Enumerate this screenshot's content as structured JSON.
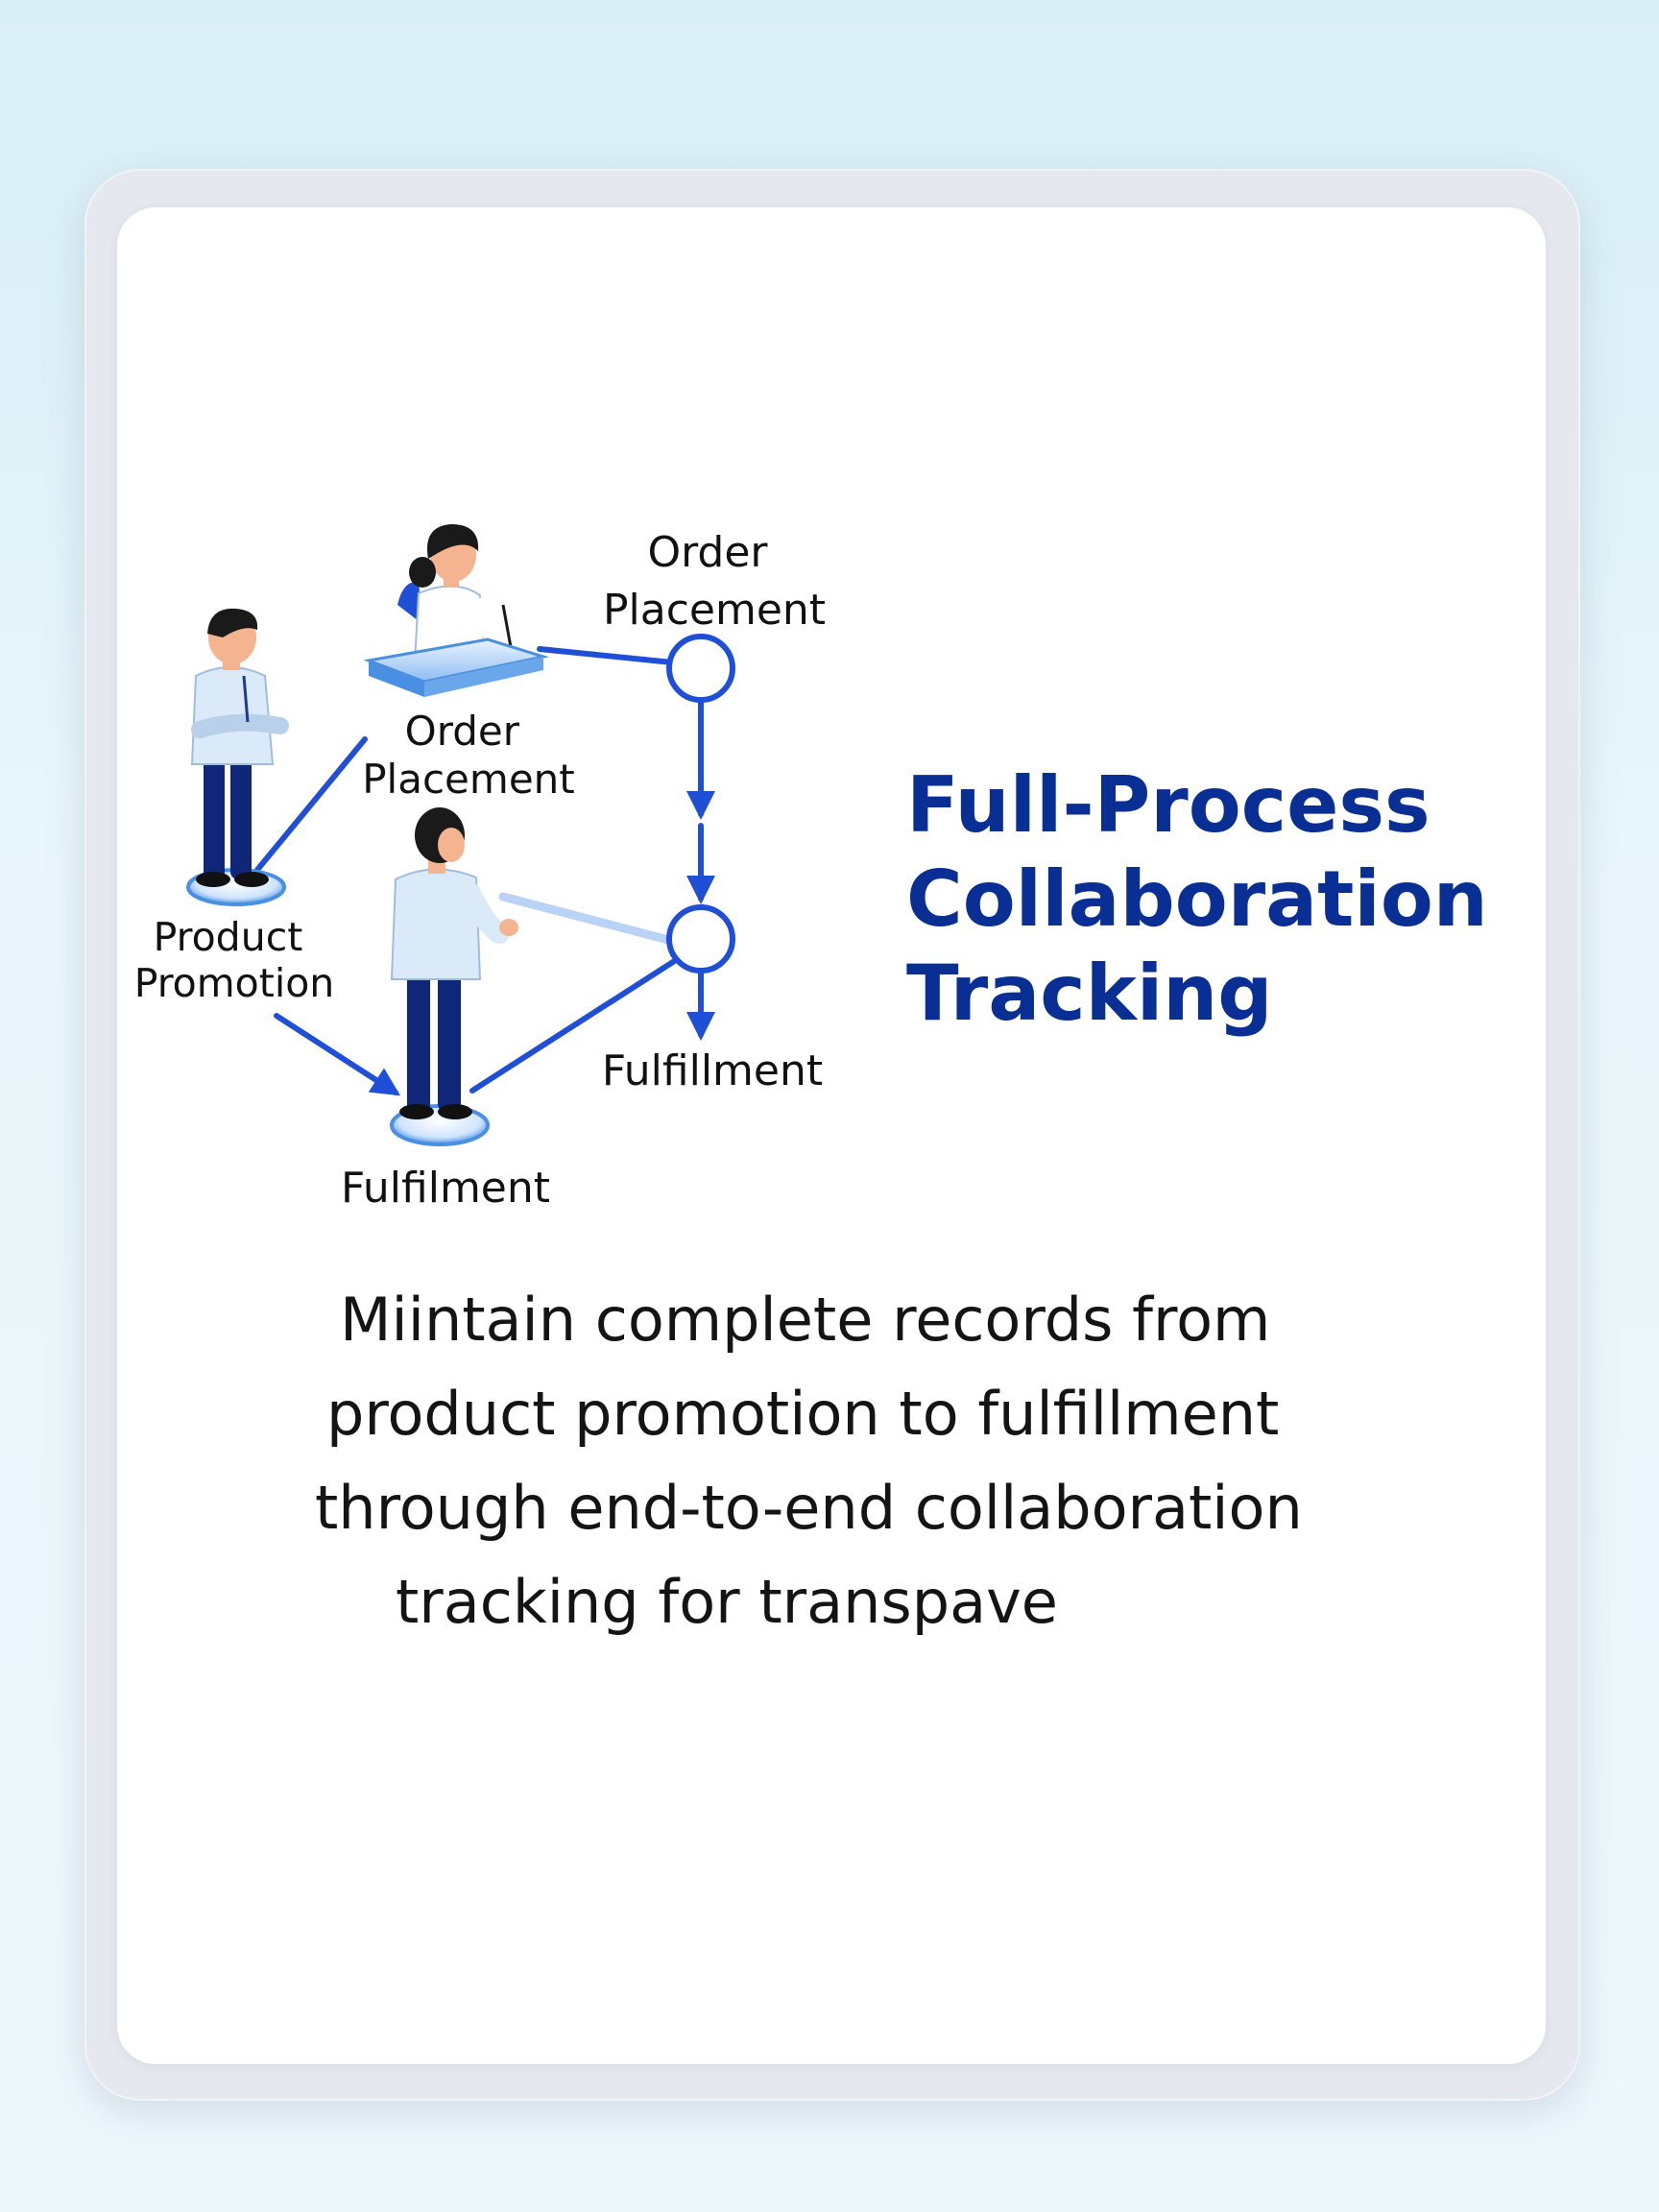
{
  "diagram": {
    "labels": {
      "order_placement_top": [
        "Order",
        "Placement"
      ],
      "order_placement_mid": [
        "Order",
        "Placement"
      ],
      "product_promotion": [
        "Product",
        "Promotion"
      ],
      "fulfillment_right": "Fulfillment",
      "fulfilment_bottom": "Fulfilment"
    },
    "colors": {
      "flow_line": "#1f4fd6",
      "node_ring": "#1f4fd6",
      "title": "#0a2f94",
      "shirt": "#dbeaf9",
      "pants": "#0f2679",
      "base": "#4a90e2"
    }
  },
  "title_lines": [
    "Full-Process",
    "Collaboration",
    "Tracking"
  ],
  "description_lines": [
    "Miintain complete records from",
    "product promotion to fulfillment",
    "through end-to-end collaboration",
    "tracking for transpave"
  ]
}
